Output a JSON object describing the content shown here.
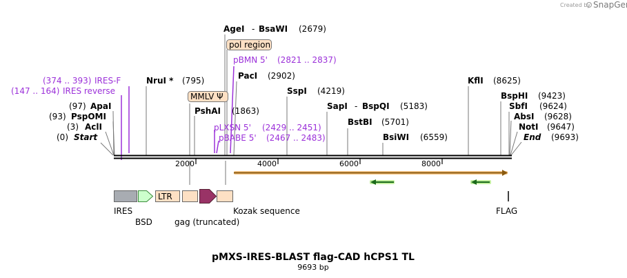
{
  "credit": {
    "created_by": "Created by",
    "brand": "SnapGene"
  },
  "title": "pMXS-IRES-BLAST flag-CAD hCPS1 TL",
  "length_label": "9693 bp",
  "ruler": {
    "ticks": [
      "2000",
      "4000",
      "6000",
      "8000"
    ]
  },
  "sites": {
    "agei": "AgeI",
    "bsawi": "BsaWI",
    "agei_pos": "(2679)",
    "dash1": "-",
    "paci": "PacI",
    "paci_pos": "(2902)",
    "nrui": "NruI *",
    "nrui_pos": "(795)",
    "sspi": "SspI",
    "sspi_pos": "(4219)",
    "kfli": "KflI",
    "kfli_pos": "(8625)",
    "bsphi": "BspHI",
    "bsphi_pos": "(9423)",
    "sbfi": "SbfI",
    "sbfi_pos": "(9624)",
    "apai": "ApaI",
    "apai_pos": "(97)",
    "sapi": "SapI",
    "bspqi": "BspQI",
    "sapi_pos": "(5183)",
    "dash2": "-",
    "absi": "AbsI",
    "absi_pos": "(9628)",
    "pspomi": "PspOMI",
    "pspomi_pos": "(93)",
    "pshai": "PshAI",
    "pshai_pos": "(1863)",
    "noti": "NotI",
    "noti_pos": "(9647)",
    "acli": "AclI",
    "acli_pos": "(3)",
    "bstbi": "BstBI",
    "bstbi_pos": "(5701)",
    "start": "Start",
    "start_pos": "(0)",
    "bsiwi": "BsiWI",
    "bsiwi_pos": "(6559)",
    "end": "End",
    "end_pos": "(9693)"
  },
  "primers": {
    "ires_f": "IRES-F",
    "ires_f_range": "(374 .. 393)",
    "ires_rev": "IRES reverse",
    "ires_rev_range": "(147 .. 164)",
    "pbmn": "pBMN 5'",
    "pbmn_range": "(2821 .. 2837)",
    "plxsn": "pLXSN 5'",
    "plxsn_range": "(2429 .. 2451)",
    "pbabe": "pBABE 5'",
    "pbabe_range": "(2467 .. 2483)"
  },
  "features": {
    "pol_region": "pol region",
    "mmlv": "MMLV Ψ",
    "ltr": "LTR",
    "ires": "IRES",
    "bsd": "BSD",
    "gag": "gag (truncated)",
    "kozak": "Kozak sequence",
    "flag": "FLAG"
  },
  "colors": {
    "primer": "#9b30d9",
    "feature_box": "#fde0c4",
    "ires_box": "#a8acb2",
    "bsd_arrow": "#ccffcc",
    "gag_arrow": "#993366",
    "orf_orange": "#e8a040",
    "orf_green": "#33aa33"
  }
}
